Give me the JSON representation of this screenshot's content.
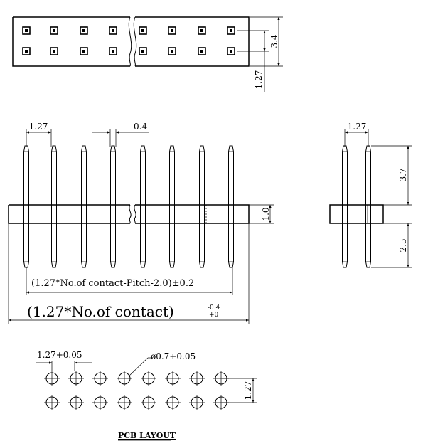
{
  "dims": {
    "top_height": "3.4",
    "top_pitch": "1.27",
    "front_pitch": "1.27",
    "pin_width": "0.4",
    "housing_height": "1.0",
    "formula_inner": "(1.27*No.of contact-Pitch-2.0)±0.2",
    "formula_outer": "(1.27*No.of contact)",
    "tol_upper": "-0.4",
    "tol_lower": "+0",
    "side_pitch": "1.27",
    "side_upper": "3.7",
    "side_lower": "2.5",
    "pcb_pitch": "1.27+0.05",
    "pcb_hole": "ø0.7+0.05",
    "pcb_row": "1.27"
  },
  "caption": "PCB LAYOUT",
  "colors": {
    "line": "#000000",
    "background": "#ffffff"
  }
}
